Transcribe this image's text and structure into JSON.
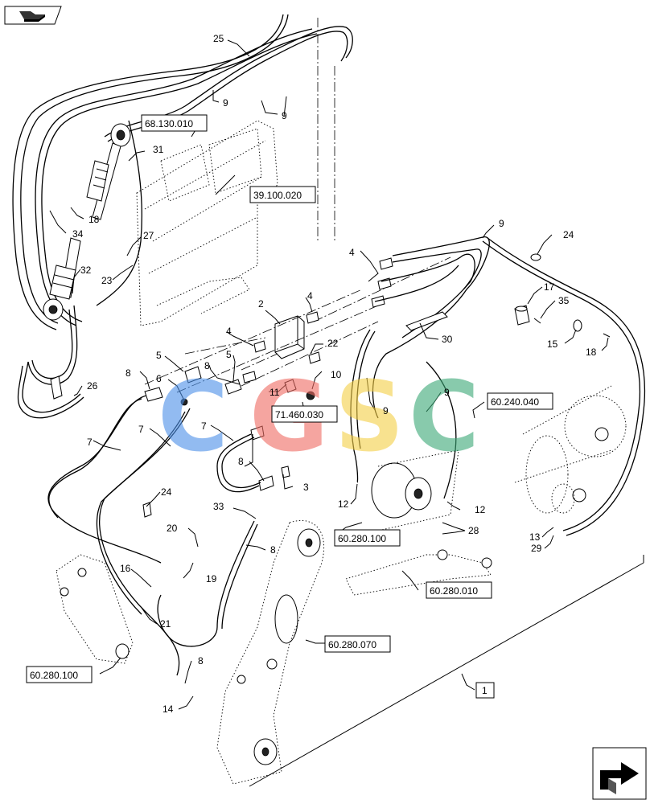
{
  "callouts": [
    {
      "id": "c25a",
      "text": "25"
    },
    {
      "id": "c9a",
      "text": "9"
    },
    {
      "id": "c9b",
      "text": "9"
    },
    {
      "id": "c31",
      "text": "31"
    },
    {
      "id": "c18a",
      "text": "18"
    },
    {
      "id": "c34",
      "text": "34"
    },
    {
      "id": "c27",
      "text": "27"
    },
    {
      "id": "c32",
      "text": "32"
    },
    {
      "id": "c23",
      "text": "23"
    },
    {
      "id": "c26",
      "text": "26"
    },
    {
      "id": "c4a",
      "text": "4"
    },
    {
      "id": "c4b",
      "text": "4"
    },
    {
      "id": "c4c",
      "text": "4"
    },
    {
      "id": "c2",
      "text": "2"
    },
    {
      "id": "c5a",
      "text": "5"
    },
    {
      "id": "c5b",
      "text": "5"
    },
    {
      "id": "c6",
      "text": "6"
    },
    {
      "id": "c8a",
      "text": "8"
    },
    {
      "id": "c8b",
      "text": "8"
    },
    {
      "id": "c8c",
      "text": "8"
    },
    {
      "id": "c8d",
      "text": "8"
    },
    {
      "id": "c8e",
      "text": "8"
    },
    {
      "id": "c22",
      "text": "22"
    },
    {
      "id": "c10",
      "text": "10"
    },
    {
      "id": "c11",
      "text": "11"
    },
    {
      "id": "c7a",
      "text": "7"
    },
    {
      "id": "c7b",
      "text": "7"
    },
    {
      "id": "c7c",
      "text": "7"
    },
    {
      "id": "c3",
      "text": "3"
    },
    {
      "id": "c9c",
      "text": "9"
    },
    {
      "id": "c9d",
      "text": "9"
    },
    {
      "id": "c9e",
      "text": "9"
    },
    {
      "id": "c30",
      "text": "30"
    },
    {
      "id": "c24a",
      "text": "24"
    },
    {
      "id": "c17",
      "text": "17"
    },
    {
      "id": "c35",
      "text": "35"
    },
    {
      "id": "c15",
      "text": "15"
    },
    {
      "id": "c18b",
      "text": "18"
    },
    {
      "id": "c12a",
      "text": "12"
    },
    {
      "id": "c12b",
      "text": "12"
    },
    {
      "id": "c28",
      "text": "28"
    },
    {
      "id": "c13",
      "text": "13"
    },
    {
      "id": "c29",
      "text": "29"
    },
    {
      "id": "c24b",
      "text": "24"
    },
    {
      "id": "c20",
      "text": "20"
    },
    {
      "id": "c33",
      "text": "33"
    },
    {
      "id": "c16",
      "text": "16"
    },
    {
      "id": "c19",
      "text": "19"
    },
    {
      "id": "c21",
      "text": "21"
    },
    {
      "id": "c14",
      "text": "14"
    },
    {
      "id": "c1",
      "text": "1"
    }
  ],
  "references": {
    "r68130010": "68.130.010",
    "r39100020": "39.100.020",
    "r71460030": "71.460.030",
    "r60240040": "60.240.040",
    "r60280100a": "60.280.100",
    "r60280010": "60.280.010",
    "r60280070": "60.280.070",
    "r60280100b": "60.280.100"
  },
  "watermark": {
    "letters": [
      "C",
      "G",
      "S",
      "C"
    ],
    "colors": [
      "#4a8fe8",
      "#ef6b62",
      "#f5cf45",
      "#3aa876"
    ]
  },
  "nav": {
    "top_icon": "back-arrow-icon",
    "bottom_icon": "forward-arrow-icon"
  }
}
